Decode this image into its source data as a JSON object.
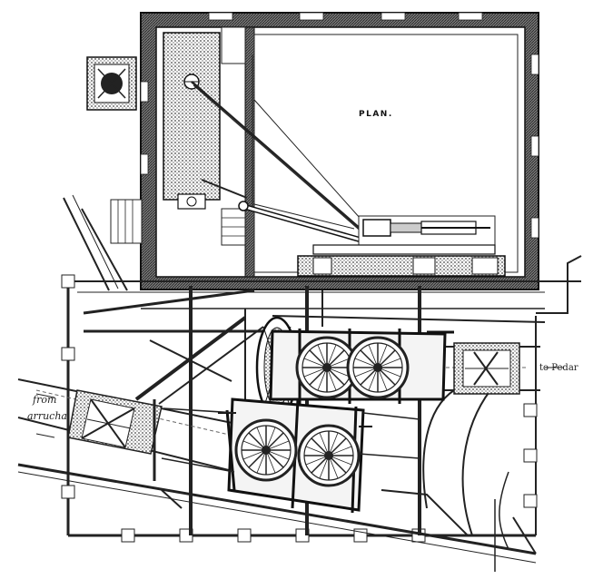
{
  "figure": {
    "labels": {
      "plan": "PLAN.",
      "from": "from",
      "source": "arrucha",
      "destination": "to Pedar"
    },
    "colors": {
      "ink": "#222222",
      "paper": "#ffffff",
      "hatch": "#555555"
    }
  }
}
